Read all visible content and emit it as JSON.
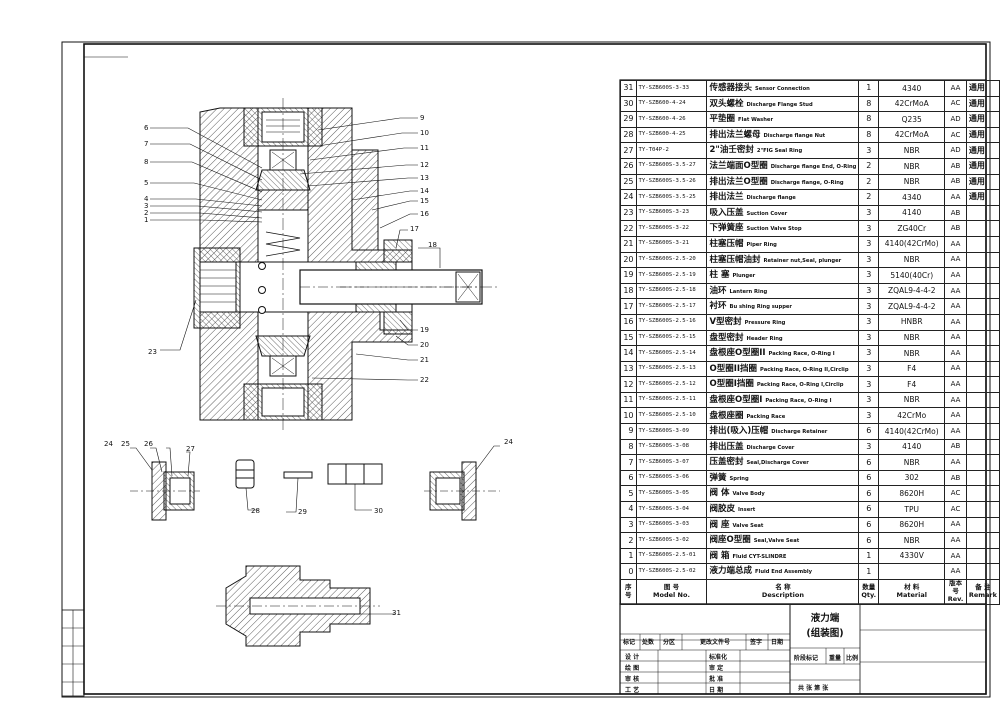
{
  "bom": {
    "rows": [
      {
        "no": "31",
        "code": "TY-SZB600S-3-33",
        "cn": "传感器接头",
        "en": "Sensor Connection",
        "qty": "1",
        "material": "4340",
        "rev": "AA",
        "remark": "通用"
      },
      {
        "no": "30",
        "code": "TY-SZB600-4-24",
        "cn": "双头螺栓",
        "en": "Discharge Flange Stud",
        "qty": "8",
        "material": "42CrMoA",
        "rev": "AC",
        "remark": "通用"
      },
      {
        "no": "29",
        "code": "TY-SZB600-4-26",
        "cn": "平垫圈",
        "en": "Flat Washer",
        "qty": "8",
        "material": "Q235",
        "rev": "AD",
        "remark": "通用"
      },
      {
        "no": "28",
        "code": "TY-SZB600-4-25",
        "cn": "排出法兰螺母",
        "en": "Discharge flange Nut",
        "qty": "8",
        "material": "42CrMoA",
        "rev": "AC",
        "remark": "通用"
      },
      {
        "no": "27",
        "code": "TY-T04P-2",
        "cn": "2\"油壬密封",
        "en": "2\"FIG Seal Ring",
        "qty": "3",
        "material": "NBR",
        "rev": "AD",
        "remark": "通用"
      },
      {
        "no": "26",
        "code": "TY-SZB600S-3.5-27",
        "cn": "法兰端面O型圈",
        "en": "Discharge flange End, O-Ring",
        "qty": "2",
        "material": "NBR",
        "rev": "AB",
        "remark": "通用"
      },
      {
        "no": "25",
        "code": "TY-SZB600S-3.5-26",
        "cn": "排出法兰O型圈",
        "en": "Discharge flange, O-Ring",
        "qty": "2",
        "material": "NBR",
        "rev": "AB",
        "remark": "通用"
      },
      {
        "no": "24",
        "code": "TY-SZB600S-3.5-25",
        "cn": "排出法兰",
        "en": "Discharge flange",
        "qty": "2",
        "material": "4340",
        "rev": "AA",
        "remark": "通用"
      },
      {
        "no": "23",
        "code": "TY-SZB600S-3-23",
        "cn": "吸入压盖",
        "en": "Suction Cover",
        "qty": "3",
        "material": "4140",
        "rev": "AB",
        "remark": ""
      },
      {
        "no": "22",
        "code": "TY-SZB600S-3-22",
        "cn": "下弹簧座",
        "en": "Suction Valve Stop",
        "qty": "3",
        "material": "ZG40Cr",
        "rev": "AB",
        "remark": ""
      },
      {
        "no": "21",
        "code": "TY-SZB600S-3-21",
        "cn": "柱塞压帽",
        "en": "Piper Ring",
        "qty": "3",
        "material": "4140(42CrMo)",
        "rev": "AA",
        "remark": ""
      },
      {
        "no": "20",
        "code": "TY-SZB600S-2.5-20",
        "cn": "柱塞压帽油封",
        "en": "Retainer nut,Seal, plunger",
        "qty": "3",
        "material": "NBR",
        "rev": "AA",
        "remark": ""
      },
      {
        "no": "19",
        "code": "TY-SZB600S-2.5-19",
        "cn": "柱 塞",
        "en": "Plunger",
        "qty": "3",
        "material": "5140(40Cr)",
        "rev": "AA",
        "remark": ""
      },
      {
        "no": "18",
        "code": "TY-SZB600S-2.5-18",
        "cn": "油环",
        "en": "Lantern Ring",
        "qty": "3",
        "material": "ZQAL9-4-4-2",
        "rev": "AA",
        "remark": ""
      },
      {
        "no": "17",
        "code": "TY-SZB600S-2.5-17",
        "cn": "衬环",
        "en": "Bu shing Ring supper",
        "qty": "3",
        "material": "ZQAL9-4-4-2",
        "rev": "AA",
        "remark": ""
      },
      {
        "no": "16",
        "code": "TY-SZB600S-2.5-16",
        "cn": "V型密封",
        "en": "Pressure Ring",
        "qty": "3",
        "material": "HNBR",
        "rev": "AA",
        "remark": ""
      },
      {
        "no": "15",
        "code": "TY-SZB600S-2.5-15",
        "cn": "盘型密封",
        "en": "Header Ring",
        "qty": "3",
        "material": "NBR",
        "rev": "AA",
        "remark": ""
      },
      {
        "no": "14",
        "code": "TY-SZB600S-2.5-14",
        "cn": "盘根座O型圈II",
        "en": "Packing Race, O-Ring I",
        "qty": "3",
        "material": "NBR",
        "rev": "AA",
        "remark": ""
      },
      {
        "no": "13",
        "code": "TY-SZB600S-2.5-13",
        "cn": "O型圈II挡圈",
        "en": "Packing Race, O-Ring II,Circlip",
        "qty": "3",
        "material": "F4",
        "rev": "AA",
        "remark": ""
      },
      {
        "no": "12",
        "code": "TY-SZB600S-2.5-12",
        "cn": "O型圈I挡圈",
        "en": "Packing Race, O-Ring I,Circlip",
        "qty": "3",
        "material": "F4",
        "rev": "AA",
        "remark": ""
      },
      {
        "no": "11",
        "code": "TY-SZB600S-2.5-11",
        "cn": "盘根座O型圈I",
        "en": "Packing Race, O-Ring I",
        "qty": "3",
        "material": "NBR",
        "rev": "AA",
        "remark": ""
      },
      {
        "no": "10",
        "code": "TY-SZB600S-2.5-10",
        "cn": "盘根座圈",
        "en": "Packing Race",
        "qty": "3",
        "material": "42CrMo",
        "rev": "AA",
        "remark": ""
      },
      {
        "no": "9",
        "code": "TY-SZB600S-3-09",
        "cn": "排出(吸入)压帽",
        "en": "Discharge Retainer",
        "qty": "6",
        "material": "4140(42CrMo)",
        "rev": "AA",
        "remark": ""
      },
      {
        "no": "8",
        "code": "TY-SZB600S-3-08",
        "cn": "排出压盖",
        "en": "Discharge Cover",
        "qty": "3",
        "material": "4140",
        "rev": "AB",
        "remark": ""
      },
      {
        "no": "7",
        "code": "TY-SZB600S-3-07",
        "cn": "压盖密封",
        "en": "Seal,Discharge Cover",
        "qty": "6",
        "material": "NBR",
        "rev": "AA",
        "remark": ""
      },
      {
        "no": "6",
        "code": "TY-SZB600S-3-06",
        "cn": "弹簧",
        "en": "Spring",
        "qty": "6",
        "material": "302",
        "rev": "AB",
        "remark": ""
      },
      {
        "no": "5",
        "code": "TY-SZB600S-3-05",
        "cn": "阀 体",
        "en": "Valve Body",
        "qty": "6",
        "material": "8620H",
        "rev": "AC",
        "remark": ""
      },
      {
        "no": "4",
        "code": "TY-SZB600S-3-04",
        "cn": "阀胶皮",
        "en": "Insert",
        "qty": "6",
        "material": "TPU",
        "rev": "AC",
        "remark": ""
      },
      {
        "no": "3",
        "code": "TY-SZB600S-3-03",
        "cn": "阀 座",
        "en": "Valve Seat",
        "qty": "6",
        "material": "8620H",
        "rev": "AA",
        "remark": ""
      },
      {
        "no": "2",
        "code": "TY-SZB600S-3-02",
        "cn": "阀座O型圈",
        "en": "Seal,Valve Seat",
        "qty": "6",
        "material": "NBR",
        "rev": "AA",
        "remark": ""
      },
      {
        "no": "1",
        "code": "TY-SZB600S-2.5-01",
        "cn": "阀 箱",
        "en": "Fluid CYT-SLINDRE",
        "qty": "1",
        "material": "4330V",
        "rev": "AA",
        "remark": ""
      },
      {
        "no": "0",
        "code": "TY-SZB600S-2.5-02",
        "cn": "液力端总成",
        "en": "Fluid End Assembly",
        "qty": "1",
        "material": "",
        "rev": "AA",
        "remark": ""
      }
    ],
    "header": {
      "no": "序号",
      "code": "图 号",
      "code_en": "Model No.",
      "name": "名 称",
      "name_en": "Description",
      "qty": "数量",
      "qty_en": "Qty.",
      "material": "材 料",
      "material_en": "Material",
      "rev": "版本号",
      "rev_en": "Rev.",
      "remark": "备 注",
      "remark_en": "Remark"
    }
  },
  "title_block": {
    "title_line1": "液力端",
    "title_line2": "(组装图)",
    "signature_row": [
      "标记",
      "处数",
      "分区",
      "更改文件号",
      "签字",
      "日期"
    ],
    "roles_left": [
      "设 计",
      "绘 图",
      "审 核",
      "工 艺"
    ],
    "roles_mid": [
      "标准化",
      "审 定",
      "批 准",
      "日 期"
    ],
    "stage_mark": "阶段标记",
    "weight": "重量",
    "scale": "比例",
    "sheets": "共  张 第  张"
  },
  "callouts": {
    "left": [
      "6",
      "7",
      "8",
      "5",
      "4",
      "3",
      "2",
      "1",
      "23"
    ],
    "right": [
      "9",
      "10",
      "11",
      "12",
      "13",
      "14",
      "15",
      "16",
      "17",
      "18",
      "19",
      "20",
      "21",
      "22"
    ],
    "lower": [
      "24",
      "25",
      "26",
      "27",
      "28",
      "29",
      "30",
      "24",
      "31"
    ]
  },
  "colors": {
    "line": "#111111",
    "hatch": "#333333",
    "paper": "#ffffff"
  }
}
